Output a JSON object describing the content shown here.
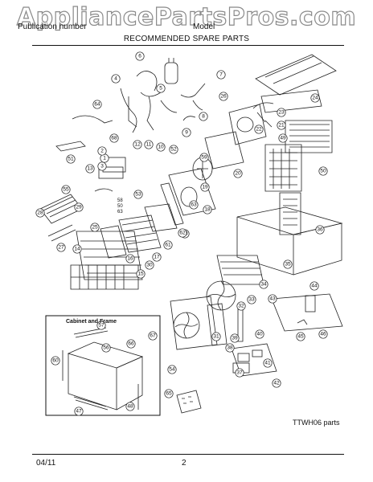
{
  "watermark": "AppliancePartsPros.com",
  "header": {
    "left": "Publication number",
    "right": "Model",
    "subtitle": "RECOMMENDED SPARE PARTS"
  },
  "inset_title": "Cabinet and Frame",
  "diagram_caption": "TTWH06 parts",
  "footer": {
    "date": "04/11",
    "page": "2"
  },
  "callouts": [
    "1",
    "2",
    "3",
    "4",
    "5",
    "6",
    "7",
    "8",
    "9",
    "10",
    "11",
    "12",
    "13",
    "14",
    "15",
    "16",
    "17",
    "18",
    "19",
    "20",
    "21",
    "22",
    "23",
    "24",
    "25",
    "26",
    "27",
    "28",
    "29",
    "30",
    "31",
    "32",
    "33",
    "34",
    "35",
    "36",
    "37",
    "38",
    "39",
    "40",
    "41",
    "42",
    "43",
    "44",
    "45",
    "46",
    "47",
    "48",
    "49",
    "50",
    "51",
    "52",
    "53",
    "54",
    "55",
    "56",
    "57",
    "58",
    "59",
    "60",
    "61",
    "62",
    "63",
    "64",
    "65",
    "66",
    "67",
    "68"
  ],
  "stacked_label": [
    "58",
    "50",
    "63"
  ]
}
